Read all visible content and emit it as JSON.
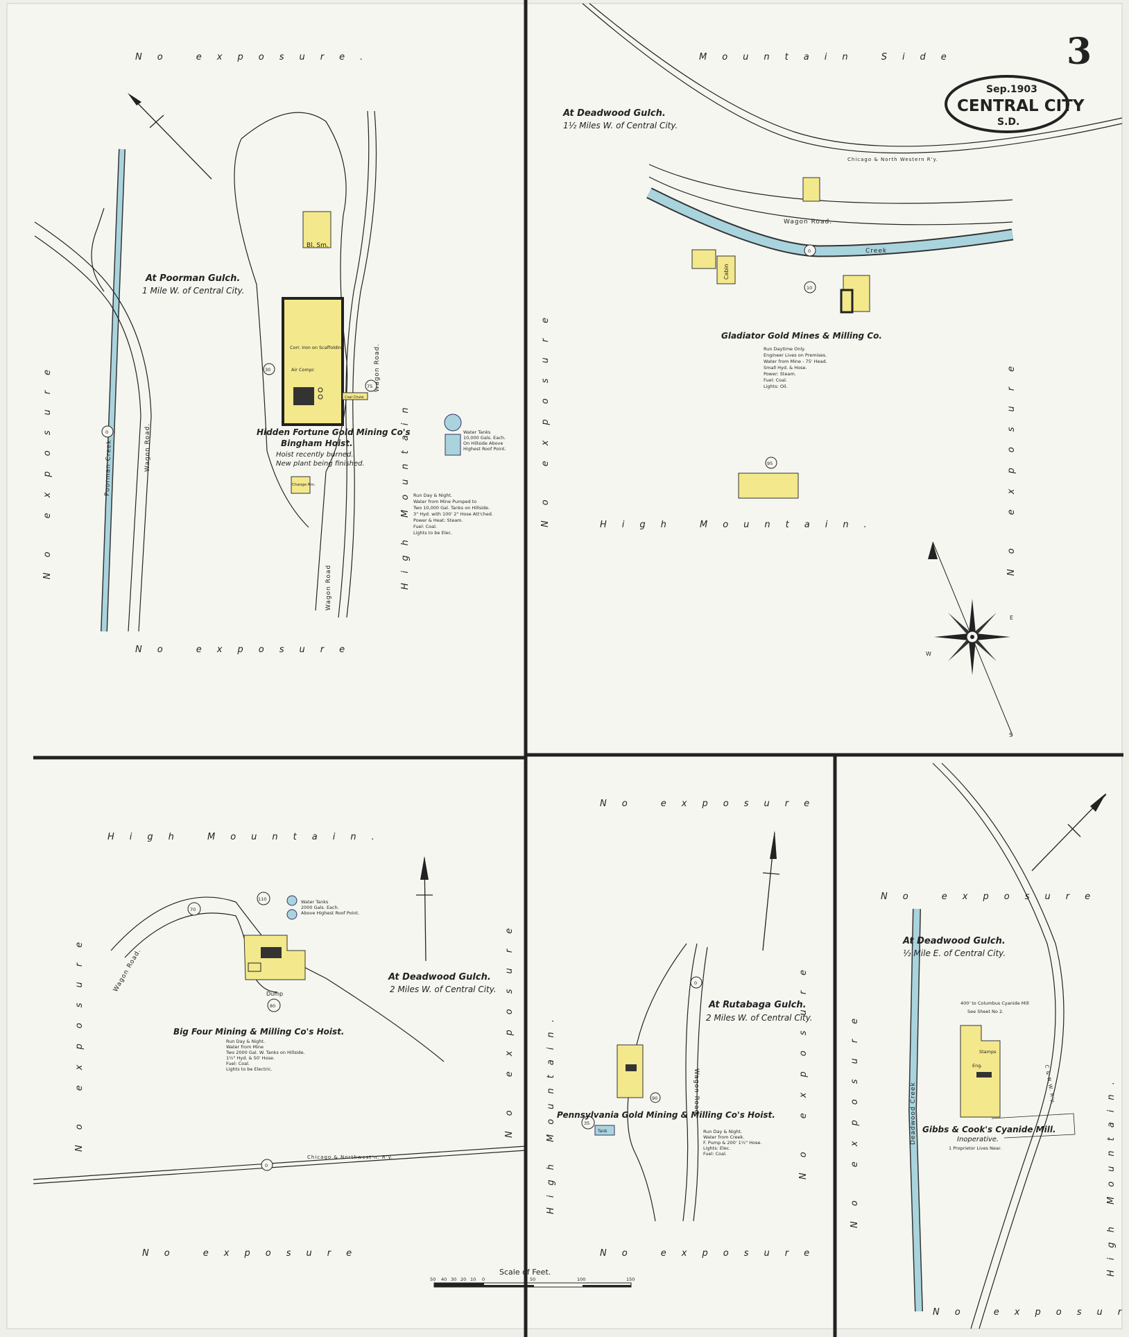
{
  "sheet": {
    "number": "3",
    "date": "Sep.1903",
    "city": "CENTRAL CITY",
    "state": "S.D."
  },
  "scale": {
    "title": "Scale of Feet.",
    "ticks": [
      "50",
      "40",
      "30",
      "20",
      "10",
      "0",
      "50",
      "100",
      "150"
    ]
  },
  "top_left": {
    "no_exposure_top": "No exposure.",
    "no_exposure_bottom": "No exposure",
    "no_exposure_left": "No exposure",
    "location": "At Poorman Gulch.",
    "location2": "1 Mile W. of Central City.",
    "creek": "Poorman Creek",
    "road_left": "Wagon Road.",
    "road_right": "Wagon Road",
    "road_right2": "Wagon Road.",
    "mountain": "High Mountain",
    "building_bl_sm": "Bl. Sm.",
    "change_rm": "Change Rm.",
    "corr_iron": "Corr. Iron on Scaffolding",
    "air_compr": "Air Compr.",
    "coal_chute": "Coal Chute",
    "company": "Hidden Fortune Gold Mining Co's",
    "company2": "Bingham Hoist.",
    "status1": "Hoist recently burned.",
    "status2": "New plant being finished.",
    "water_tanks": [
      "Water Tanks",
      "10,000 Gals. Each.",
      "On Hillside Above",
      "Highest Roof Point."
    ],
    "notes": [
      "Run Day & Night.",
      "Water from Mine Pumped to",
      "Two 10,000 Gal. Tanks on Hillside.",
      "3\" Hyd. with 100' 2\" Hose Att'ched.",
      "Power & Heat: Steam.",
      "Fuel: Coal.",
      "Lights to be Elec."
    ],
    "dist1": "30",
    "dist2": "75",
    "dist3": "0"
  },
  "top_right": {
    "mountain_side": "Mountain Side",
    "location": "At Deadwood Gulch.",
    "location2": "1½ Miles W. of Central City.",
    "railway": "Chicago & North Western R'y.",
    "road": "Wagon Road.",
    "creek": "Creek",
    "cabin": "Cabin",
    "company": "Gladiator Gold Mines & Milling Co.",
    "notes": [
      "Run Daytime Only.",
      "Engineer Lives on Premises.",
      "Water from Mine - 75' Head.",
      "Small Hyd. & Hose.",
      "Power: Steam.",
      "Fuel: Coal.",
      "Lights: Oil."
    ],
    "no_exposure_left": "No exposure",
    "no_exposure_right": "No exposure",
    "high_mountain": "High Mountain.",
    "dist1": "10",
    "dist2": "95",
    "dist3": "0",
    "compass_w": "W",
    "compass_e": "E",
    "compass_s": "S"
  },
  "bottom_left": {
    "high_mountain": "High Mountain.",
    "no_exposure_left": "No exposure",
    "no_exposure_bottom": "No exposure",
    "no_exposure_right": "No exposure",
    "road": "Wagon Road.",
    "water_tanks": [
      "Water Tanks",
      "2000 Gals. Each.",
      "Above Highest Roof Point."
    ],
    "dump": "Dump",
    "location": "At Deadwood Gulch.",
    "location2": "2 Miles W. of Central City.",
    "company": "Big Four Mining & Milling Co's Hoist.",
    "notes": [
      "Run Day & Night.",
      "Water from Mine",
      "Two 2000 Gal. W. Tanks on Hillside.",
      "1½\" Hyd. & 50' Hose.",
      "Fuel: Coal.",
      "Lights to be Electric."
    ],
    "railway": "Chicago & Northwest'n. R'y.",
    "dist1": "70",
    "dist2": "110",
    "dist3": "80",
    "dist4": "0"
  },
  "bottom_mid": {
    "no_exposure_top": "No exposure",
    "no_exposure_bottom": "No exposure",
    "no_exposure_right": "No exposure",
    "high_mountain": "High Mountain.",
    "road": "Wagon Road.",
    "location": "At Rutabaga Gulch.",
    "location2": "2 Miles W. of Central City.",
    "company": "Pennsylvania Gold Mining & Milling Co's Hoist.",
    "tank": "Tank",
    "notes": [
      "Run Day & Night.",
      "Water from Creek.",
      "F. Pump & 200' 1½\" Hose.",
      "Lights: Elec.",
      "Fuel: Coal."
    ],
    "dist1": "0",
    "dist2": "35",
    "dist3": "90"
  },
  "bottom_right": {
    "no_exposure_top": "No exposure",
    "no_exposure_bottom": "No exposure.",
    "no_exposure_left": "No exposure",
    "high_mountain": "High Mountain.",
    "location": "At Deadwood Gulch.",
    "location2": "½ Mile E. of Central City.",
    "note_mill": "400' to Columbus Cyanide Mill",
    "note_sheet": "See Sheet No 2.",
    "creek": "Deadwood Creek",
    "railway": "C & N.W. R'y.",
    "stamps": "Stamps",
    "eng": "Eng.",
    "company": "Gibbs & Cook's Cyanide Mill.",
    "status": "Inoperative.",
    "status2": "1 Proprietor Lives Near."
  },
  "colors": {
    "paper": "#efefe9",
    "building": "#f3e88c",
    "water": "#a9d4de",
    "ink": "#222222"
  }
}
